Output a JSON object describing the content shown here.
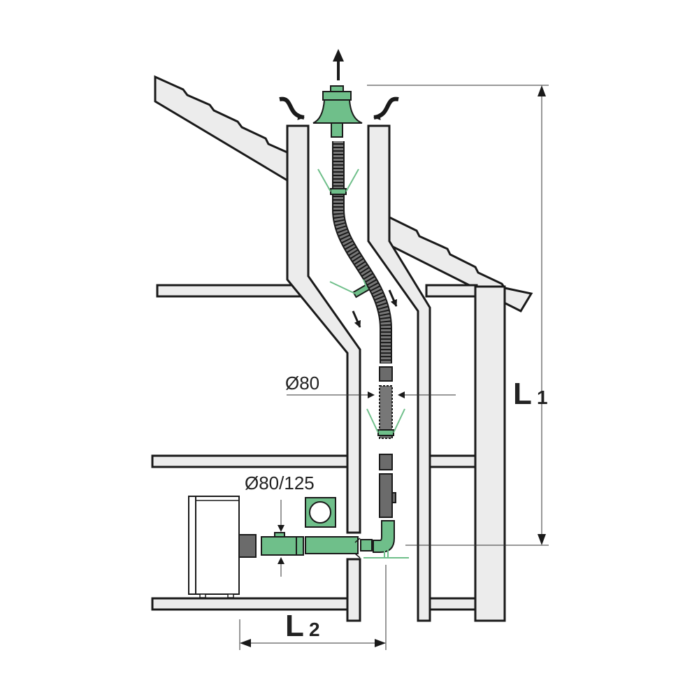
{
  "labels": {
    "flex_diameter": "Ø80",
    "coaxial_diameter": "Ø80/125",
    "length_vertical": "L",
    "length_vertical_sub": "1",
    "length_horizontal": "L",
    "length_horizontal_sub": "2"
  },
  "colors": {
    "accent_green": "#6fbf8a",
    "wall_fill": "#ececec",
    "pipe_dark": "#6b6b6b",
    "line": "#1a1a1a"
  }
}
